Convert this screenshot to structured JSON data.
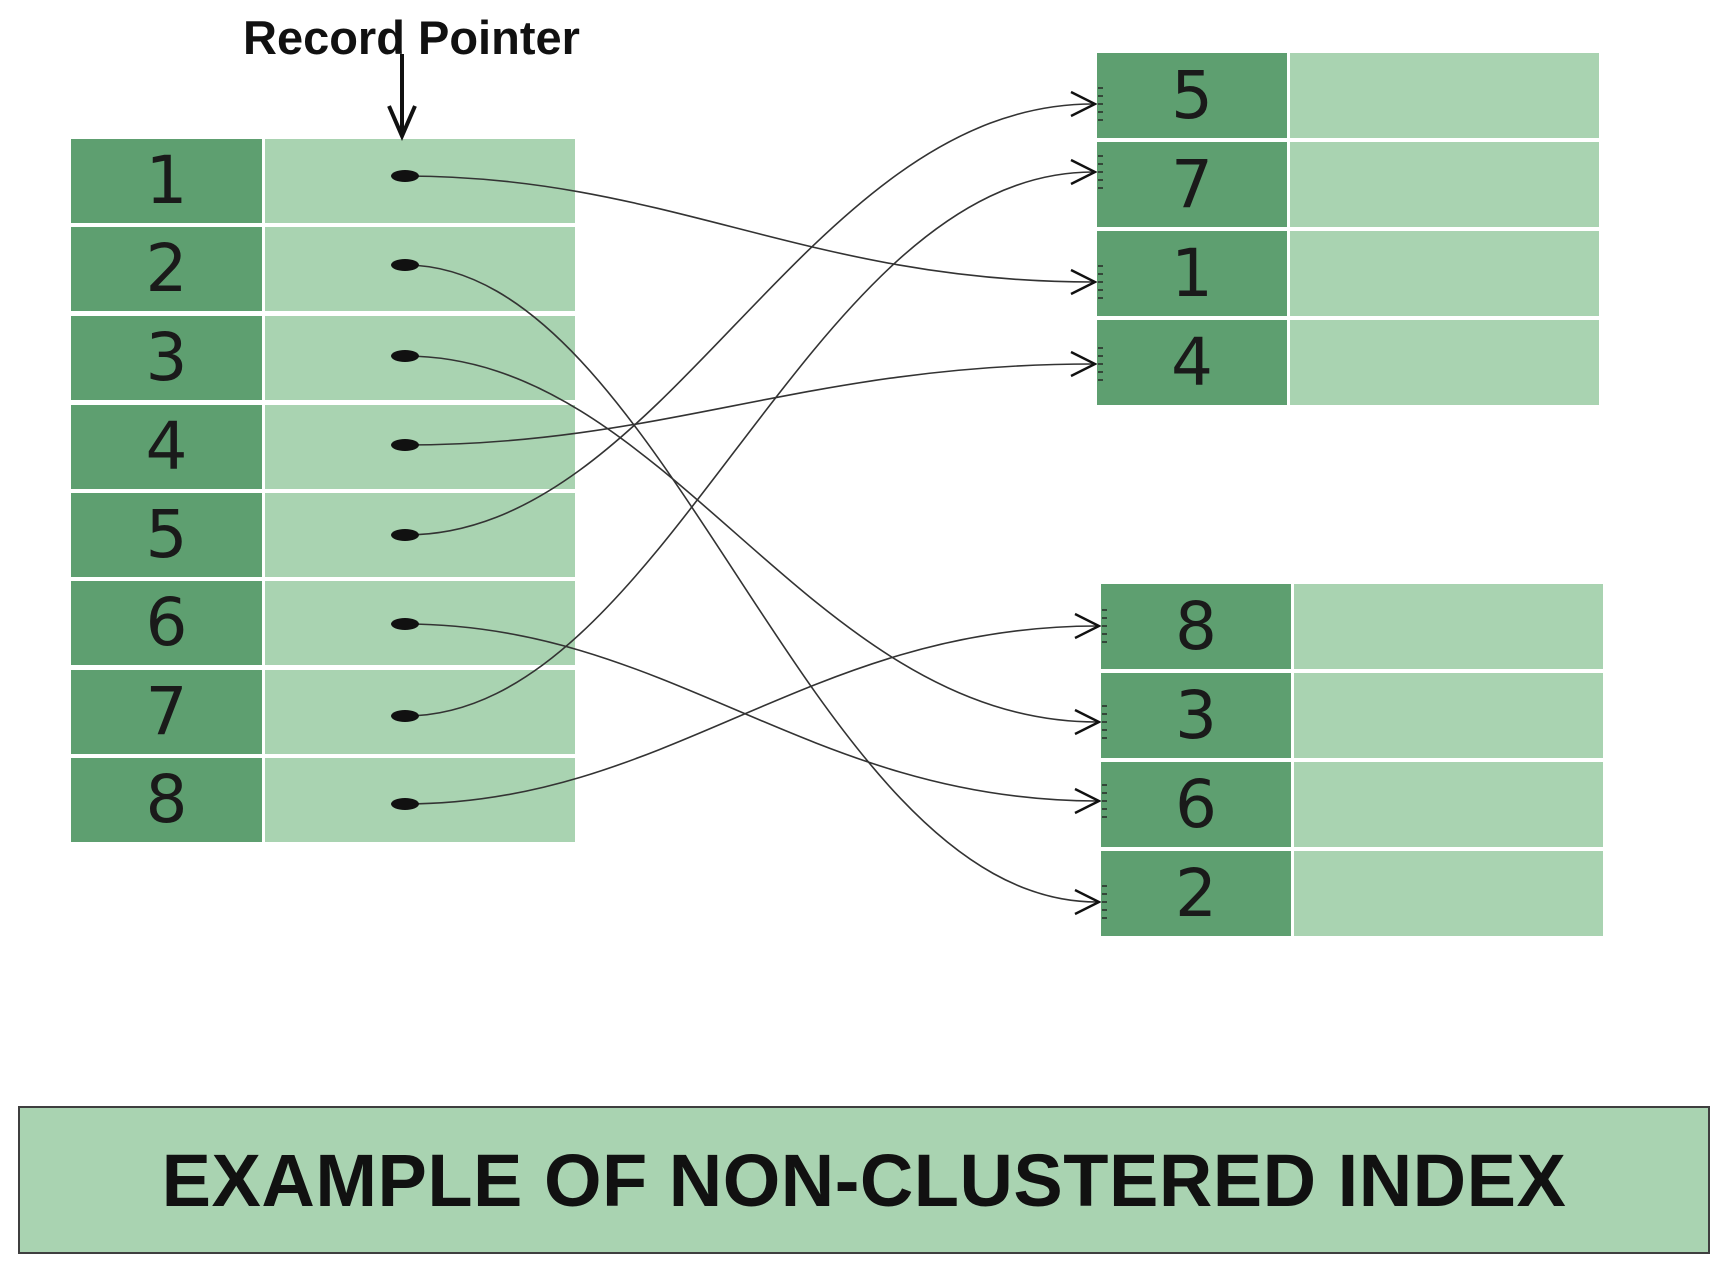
{
  "label": "Record Pointer",
  "caption": "EXAMPLE OF NON-CLUSTERED INDEX",
  "colors": {
    "key_cell": "#5e9f70",
    "value_cell": "#a9d3b1",
    "link": "#333333",
    "text": "#111111"
  },
  "index_block": {
    "keys": [
      "1",
      "2",
      "3",
      "4",
      "5",
      "6",
      "7",
      "8"
    ]
  },
  "data_blocks": [
    {
      "keys": [
        "5",
        "7",
        "1",
        "4"
      ]
    },
    {
      "keys": [
        "8",
        "3",
        "6",
        "2"
      ]
    }
  ],
  "pointers": [
    {
      "from": "1",
      "to": "1"
    },
    {
      "from": "2",
      "to": "2"
    },
    {
      "from": "3",
      "to": "3"
    },
    {
      "from": "4",
      "to": "4"
    },
    {
      "from": "5",
      "to": "5"
    },
    {
      "from": "6",
      "to": "6"
    },
    {
      "from": "7",
      "to": "7"
    },
    {
      "from": "8",
      "to": "8"
    }
  ]
}
